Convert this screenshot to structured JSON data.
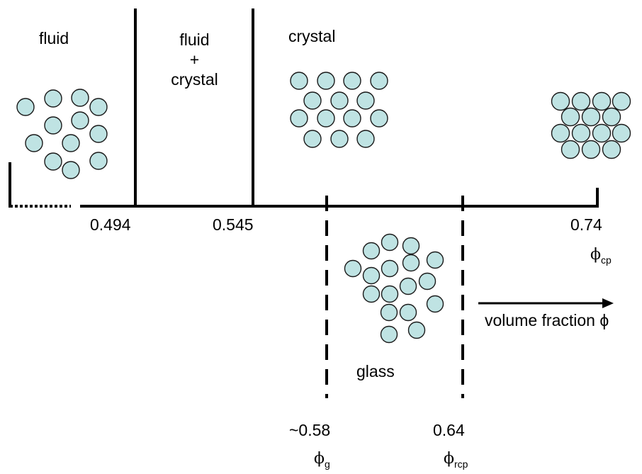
{
  "colors": {
    "particle_fill": "#bfe3e3",
    "particle_stroke": "#1a1a1a",
    "line": "#000000"
  },
  "regions": {
    "fluid": "fluid",
    "coexistence": {
      "line1": "fluid",
      "line2": "+",
      "line3": "crystal"
    },
    "crystal": "crystal",
    "glass": "glass"
  },
  "ticks": {
    "freezing": "0.494",
    "melting": "0.545",
    "close_packed": "0.74",
    "glass": "~0.58",
    "random_close_packed": "0.64"
  },
  "symbols": {
    "phi": "ϕ",
    "cp_sub": "cp",
    "g_sub": "g",
    "rcp_sub": "rcp"
  },
  "axis_label": "volume fraction ϕ",
  "icons": {
    "arrow": "right-arrow-icon",
    "particle": "sphere-particle-icon"
  }
}
